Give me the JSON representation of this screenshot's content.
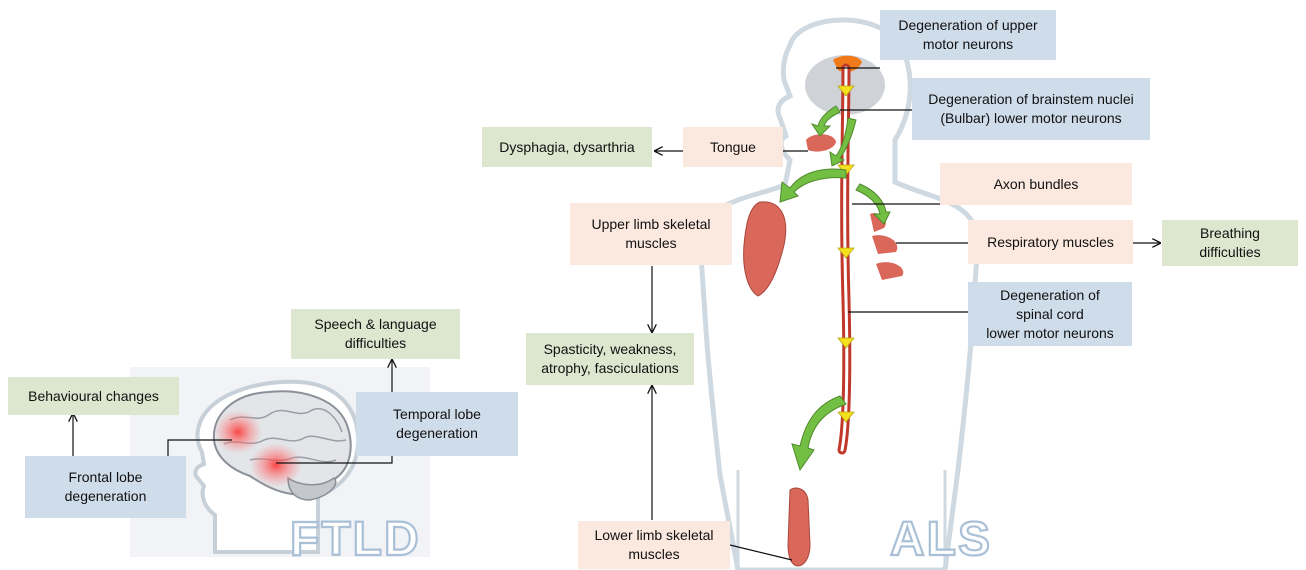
{
  "colors": {
    "blue_box": "#cfdcea",
    "peach_box": "#fbe8de",
    "green_box": "#dde6cf",
    "muscle": "#d9685b",
    "arrow_green": "#72bf44",
    "spinal_yellow": "#f4e01c",
    "motor_cortex_orange": "#f07a1a"
  },
  "icons": [
    "brain-icon",
    "human-body-icon",
    "muscle-icon",
    "green-curved-arrow-icon"
  ],
  "ftld": {
    "title": "FTLD",
    "frontal_lobe": "Frontal lobe\ndegeneration",
    "behavioural": "Behavioural changes",
    "temporal_lobe": "Temporal lobe\ndegeneration",
    "speech": "Speech & language\ndifficulties"
  },
  "als": {
    "title": "ALS",
    "upper_motor": "Degeneration of upper\nmotor neurons",
    "brainstem": "Degeneration of brainstem nuclei\n(Bulbar) lower motor neurons",
    "tongue": "Tongue",
    "dysphagia": "Dysphagia, dysarthria",
    "axon": "Axon bundles",
    "upper_limb": "Upper limb skeletal\nmuscles",
    "respiratory": "Respiratory muscles",
    "breathing": "Breathing\ndifficulties",
    "spinal": "Degeneration of\nspinal cord\nlower motor neurons",
    "spasticity": "Spasticity, weakness,\natrophy, fasciculations",
    "lower_limb": "Lower limb skeletal\nmuscles"
  }
}
